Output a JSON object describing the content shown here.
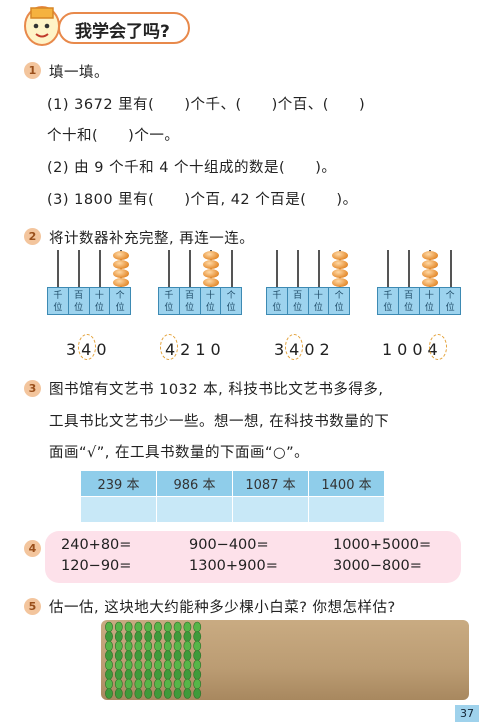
{
  "header": {
    "title": "我学会了吗?"
  },
  "q1": {
    "num": "1",
    "prompt": "填一填。",
    "line1": "(1) 3672 里有(　　)个千、(　　)个百、(　　)",
    "line2": "个十和(　　)个一。",
    "line3": "(2) 由 9 个千和 4 个十组成的数是(　　)。",
    "line4": "(3) 1800 里有(　　)个百, 42 个百是(　　)。"
  },
  "q2": {
    "num": "2",
    "prompt": "将计数器补充完整, 再连一连。",
    "place_labels": [
      "千位",
      "百位",
      "十位",
      "个位"
    ],
    "abacus_beads": [
      [
        0,
        0,
        0,
        4
      ],
      [
        0,
        0,
        4,
        0
      ],
      [
        0,
        0,
        0,
        4
      ],
      [
        0,
        0,
        4,
        0
      ]
    ],
    "numbers": [
      "340",
      "4210",
      "3402",
      "1004"
    ],
    "circled_digit": [
      "4",
      "4",
      "4",
      "4"
    ]
  },
  "q3": {
    "num": "3",
    "line1": "图书馆有文艺书 1032 本, 科技书比文艺书多得多,",
    "line2": "工具书比文艺书少一些。想一想, 在科技书数量的下",
    "line3": "面画“√”, 在工具书数量的下面画“○”。",
    "table_headers": [
      "239 本",
      "986 本",
      "1087 本",
      "1400 本"
    ]
  },
  "q4": {
    "num": "4",
    "equations": [
      [
        "240+80=",
        "900−400=",
        "1000+5000="
      ],
      [
        "120−90=",
        "1300+900=",
        "3000−800="
      ]
    ]
  },
  "q5": {
    "num": "5",
    "prompt": "估一估, 这块地大约能种多少棵小白菜? 你想怎样估?"
  },
  "footer": {
    "page_number": "37"
  },
  "colors": {
    "accent": "#e8894b",
    "table_blue": "#8fcdea",
    "pink": "#fde1ea"
  }
}
